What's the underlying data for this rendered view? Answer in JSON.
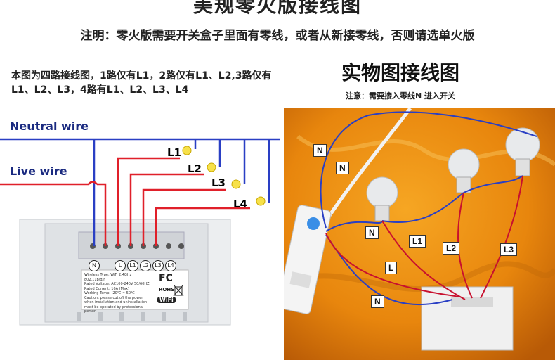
{
  "header": {
    "title": "美规零火版接线图",
    "notice": "注明：零火版需要开关盒子里面有零线，或者从新接零线，否则请选单火版"
  },
  "diagram": {
    "description": "本图为四路接线图，1路仅有L1，2路仅有L1、L2,3路仅有L1、L2、L3，4路有L1、L2、L3、L4",
    "neutral_label": "Neutral wire",
    "live_label": "Live wire",
    "lamps": [
      "L1",
      "L2",
      "L3",
      "L4"
    ],
    "terminals": [
      "N",
      "L",
      "L1",
      "L2",
      "L3",
      "L4"
    ],
    "spec_lines": [
      "Wireless Type: WiFi 2.4GHz 802.11b/g/n",
      "Rated Voltage: AC100-240V 50/60HZ",
      "Rated Current: 10A (Max)",
      "Working Temp: -20℃ ~ 50℃",
      "Caution: please cut off the power",
      "when installation and uninstallation",
      "must be operated by professional person"
    ],
    "cert_fc": "FC",
    "cert_rohs": "ROHS",
    "cert_wifi": "WiFi"
  },
  "photo": {
    "title": "实物图接线图",
    "note": "注意：需要接入零线N 进入开关",
    "tags": [
      "N",
      "N",
      "N",
      "L1",
      "L",
      "L2",
      "L3",
      "N"
    ]
  },
  "colors": {
    "neutral": "#2a3fc4",
    "live": "#e0202a",
    "title": "#222222"
  }
}
